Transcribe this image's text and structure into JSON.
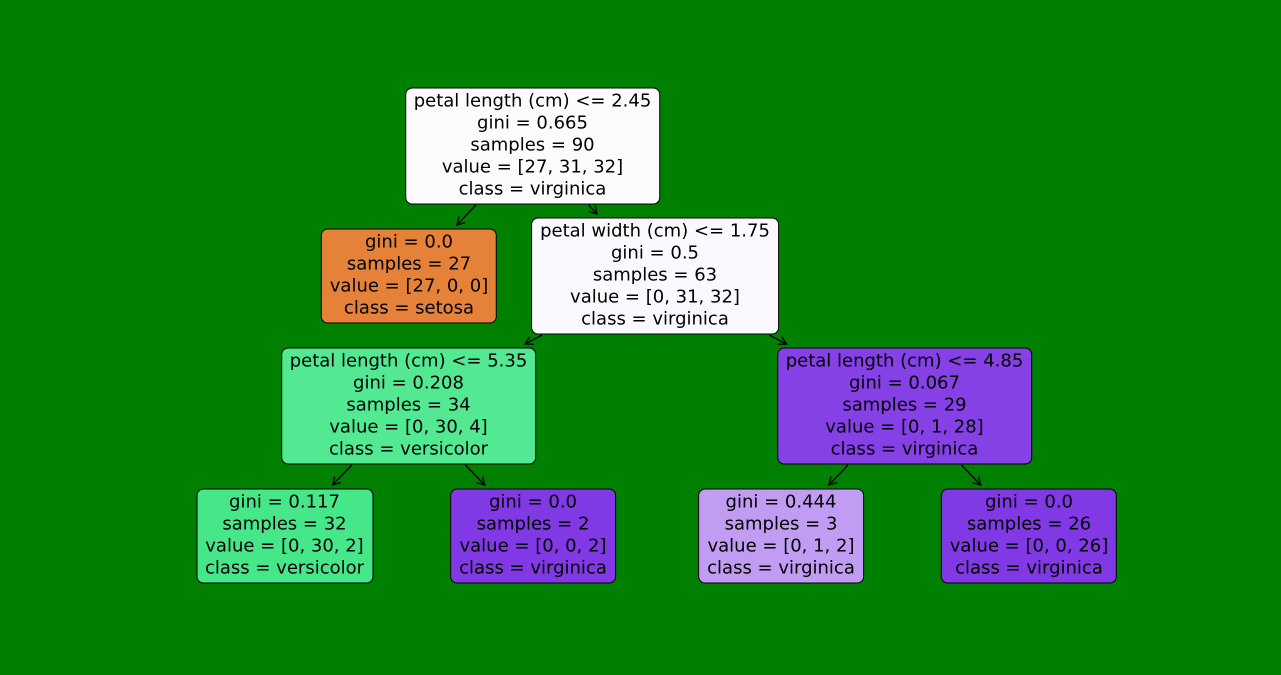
{
  "figure": {
    "background_color": "#008000",
    "node_border_color": "#000000",
    "arrow_color": "#000000",
    "text_color": "#000000"
  },
  "tree": {
    "type": "decision-tree",
    "nodes": [
      {
        "name": "root",
        "condition": "petal length (cm) <= 2.45",
        "gini": "0.665",
        "samples": 90,
        "value": [
          27,
          31,
          32
        ],
        "class": "virginica",
        "fill": "#fdfbfe",
        "lines": [
          "petal length (cm) <= 2.45",
          "gini = 0.665",
          "samples = 90",
          "value = [27, 31, 32]",
          "class = virginica"
        ]
      },
      {
        "name": "leaf-setosa",
        "condition": null,
        "gini": "0.0",
        "samples": 27,
        "value": [
          27,
          0,
          0
        ],
        "class": "setosa",
        "fill": "#e58139",
        "lines": [
          "gini = 0.0",
          "samples = 27",
          "value = [27, 0, 0]",
          "class = setosa"
        ]
      },
      {
        "name": "petal-width-split",
        "condition": "petal width (cm) <= 1.75",
        "gini": "0.5",
        "samples": 63,
        "value": [
          0,
          31,
          32
        ],
        "class": "virginica",
        "fill": "#fbf9fe",
        "lines": [
          "petal width (cm) <= 1.75",
          "gini = 0.5",
          "samples = 63",
          "value = [0, 31, 32]",
          "class = virginica"
        ]
      },
      {
        "name": "petal-length-535-split",
        "condition": "petal length (cm) <= 5.35",
        "gini": "0.208",
        "samples": 34,
        "value": [
          0,
          30,
          4
        ],
        "class": "versicolor",
        "fill": "#53e892",
        "lines": [
          "petal length (cm) <= 5.35",
          "gini = 0.208",
          "samples = 34",
          "value = [0, 30, 4]",
          "class = versicolor"
        ]
      },
      {
        "name": "petal-length-485-split",
        "condition": "petal length (cm) <= 4.85",
        "gini": "0.067",
        "samples": 29,
        "value": [
          0,
          1,
          28
        ],
        "class": "virginica",
        "fill": "#8540e6",
        "lines": [
          "petal length (cm) <= 4.85",
          "gini = 0.067",
          "samples = 29",
          "value = [0, 1, 28]",
          "class = virginica"
        ]
      },
      {
        "name": "leaf-versicolor",
        "condition": null,
        "gini": "0.117",
        "samples": 32,
        "value": [
          0,
          30,
          2
        ],
        "class": "versicolor",
        "fill": "#46e789",
        "lines": [
          "gini = 0.117",
          "samples = 32",
          "value = [0, 30, 2]",
          "class = versicolor"
        ]
      },
      {
        "name": "leaf-virginica-pure-2",
        "condition": null,
        "gini": "0.0",
        "samples": 2,
        "value": [
          0,
          0,
          2
        ],
        "class": "virginica",
        "fill": "#8139e5",
        "lines": [
          "gini = 0.0",
          "samples = 2",
          "value = [0, 0, 2]",
          "class = virginica"
        ]
      },
      {
        "name": "leaf-virginica-mixed",
        "condition": null,
        "gini": "0.444",
        "samples": 3,
        "value": [
          0,
          1,
          2
        ],
        "class": "virginica",
        "fill": "#c09cf2",
        "lines": [
          "gini = 0.444",
          "samples = 3",
          "value = [0, 1, 2]",
          "class = virginica"
        ]
      },
      {
        "name": "leaf-virginica-pure-26",
        "condition": null,
        "gini": "0.0",
        "samples": 26,
        "value": [
          0,
          0,
          26
        ],
        "class": "virginica",
        "fill": "#8139e5",
        "lines": [
          "gini = 0.0",
          "samples = 26",
          "value = [0, 0, 26]",
          "class = virginica"
        ]
      }
    ],
    "edges": [
      [
        0,
        1
      ],
      [
        0,
        2
      ],
      [
        2,
        3
      ],
      [
        2,
        4
      ],
      [
        3,
        5
      ],
      [
        3,
        6
      ],
      [
        4,
        7
      ],
      [
        4,
        8
      ]
    ]
  }
}
